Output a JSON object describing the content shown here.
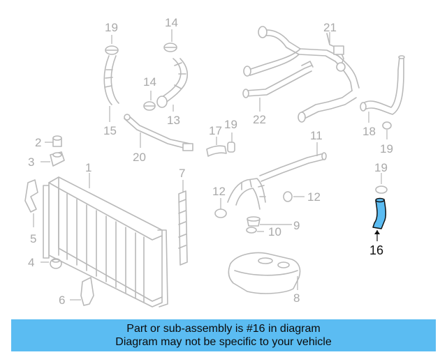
{
  "callouts": {
    "c19a": "19",
    "c14a": "14",
    "c21": "21",
    "c14b": "14",
    "c13": "13",
    "c22": "22",
    "c15": "15",
    "c18": "18",
    "c19b": "19",
    "c17": "17",
    "c19c": "19",
    "c20": "20",
    "c2": "2",
    "c3": "3",
    "c1": "1",
    "c11": "11",
    "c7": "7",
    "c19d": "19",
    "c12a": "12",
    "c12b": "12",
    "c5": "5",
    "c9": "9",
    "c10": "10",
    "c4": "4",
    "c6": "6",
    "c8": "8",
    "c16": "16"
  },
  "highlight": {
    "part_number": "16",
    "color": "#5bbcf2",
    "highlight_stroke": "#2e9fe6"
  },
  "banner": {
    "line1": "Part or sub-assembly is #16 in diagram",
    "line2": "Diagram may not be specific to your vehicle",
    "background": "#5bbcf2"
  }
}
